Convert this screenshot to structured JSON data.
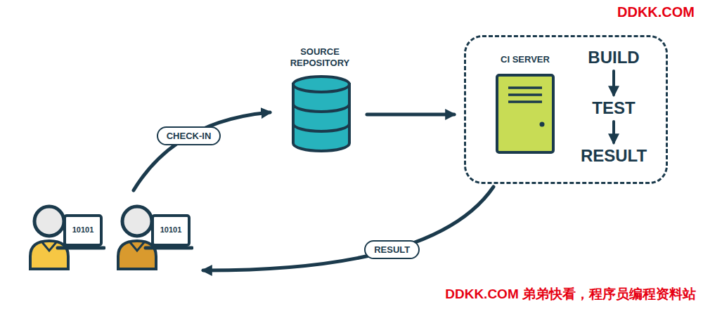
{
  "diagram": {
    "nodes": [
      {
        "text": [
          "10101"
        ]
      },
      {
        "text": [
          "10101"
        ]
      },
      {
        "text": [
          "SOURCE REPOSITORY"
        ]
      },
      {
        "text": [
          "CI SERVER"
        ]
      },
      {
        "text": [
          "BUILD"
        ],
        "in": 3
      },
      {
        "text": [
          "TEST"
        ],
        "in": 3
      },
      {
        "text": [
          "RESULT"
        ],
        "in": 3
      }
    ],
    "edges": [
      {
        "from": 1,
        "to": 2,
        "label": "CHECK-IN",
        "arrow": "to"
      },
      {
        "from": 2,
        "to": 3,
        "arrow": "to"
      },
      {
        "from": 4,
        "to": 5,
        "arrow": "to"
      },
      {
        "from": 5,
        "to": 6,
        "arrow": "to"
      },
      {
        "from": 3,
        "to": 1,
        "label": "RESULT",
        "arrow": "to"
      }
    ],
    "labels": [
      "DDKK.COM",
      "DDKK.COM 弟弟快看，程序员编程资料站"
    ]
  }
}
